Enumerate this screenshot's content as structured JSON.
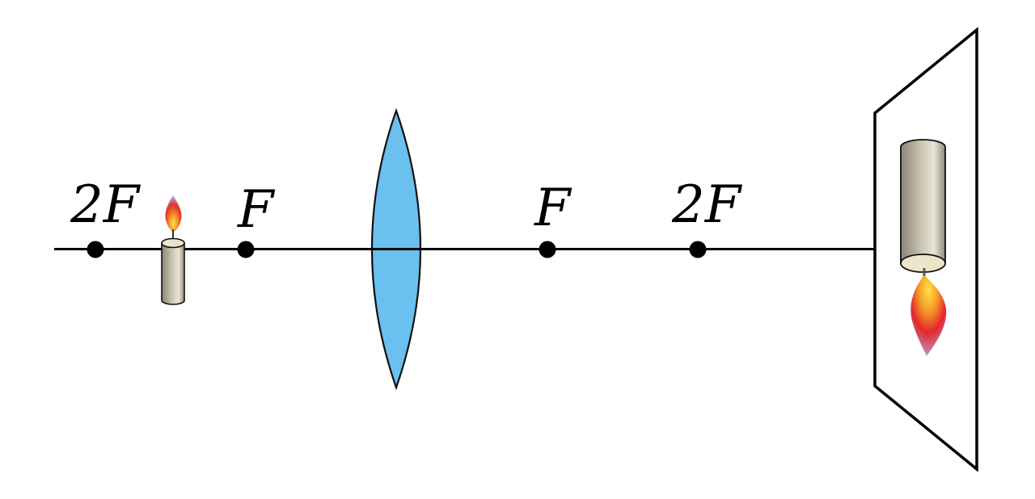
{
  "diagram": {
    "points_left": [
      {
        "id": "2f-left",
        "label": "2F"
      },
      {
        "id": "f-left",
        "label": "F"
      }
    ],
    "points_right": [
      {
        "id": "f-right",
        "label": "F"
      },
      {
        "id": "2f-right",
        "label": "2F"
      }
    ],
    "colors": {
      "axis": "#000000",
      "lens_fill": "#6ac0ee",
      "lens_stroke": "#111111",
      "screen_fill": "#ffffff",
      "candle_body_light": "#e6e2d4",
      "candle_body_dark": "#7d7866",
      "candle_top": "#ece6cc",
      "flame_core": "#ffd23a",
      "flame_mid": "#f08a1e",
      "flame_outer": "#e0262a",
      "flame_tip": "#b9a2d6"
    }
  }
}
